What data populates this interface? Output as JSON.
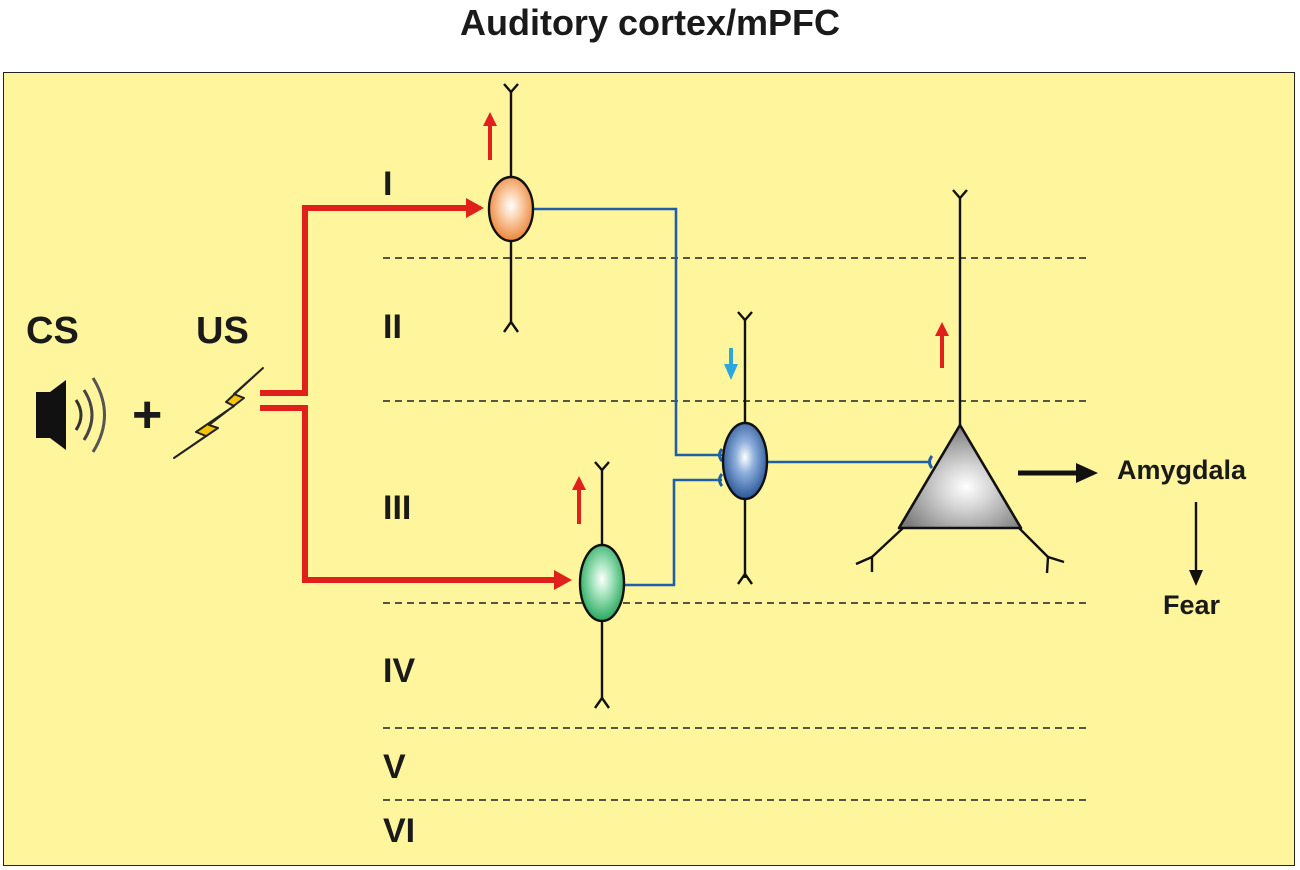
{
  "title": "Auditory cortex/mPFC",
  "stimuli": {
    "cs": "CS",
    "plus": "+",
    "us": "US"
  },
  "layers": [
    "I",
    "II",
    "III",
    "IV",
    "V",
    "VI"
  ],
  "outputs": {
    "amygdala": "Amygdala",
    "fear": "Fear"
  },
  "activity_changes": {
    "orange_neuron": "up",
    "green_neuron": "up",
    "blue_neuron": "down",
    "pyramidal_neuron": "up"
  },
  "colors": {
    "background": "#fff59d",
    "pathway": "#e0201b",
    "connection": "#1f5fa8",
    "arrow_up": "#e0201b",
    "arrow_down": "#2aa7e0",
    "orange_neuron": "#f08a3c",
    "green_neuron": "#1fa85a",
    "blue_neuron": "#1f4f95",
    "pyramidal_neuron": "#8c8c8c",
    "lightning": "#f6c400"
  },
  "icons": [
    "speaker-icon",
    "lightning-icon"
  ]
}
